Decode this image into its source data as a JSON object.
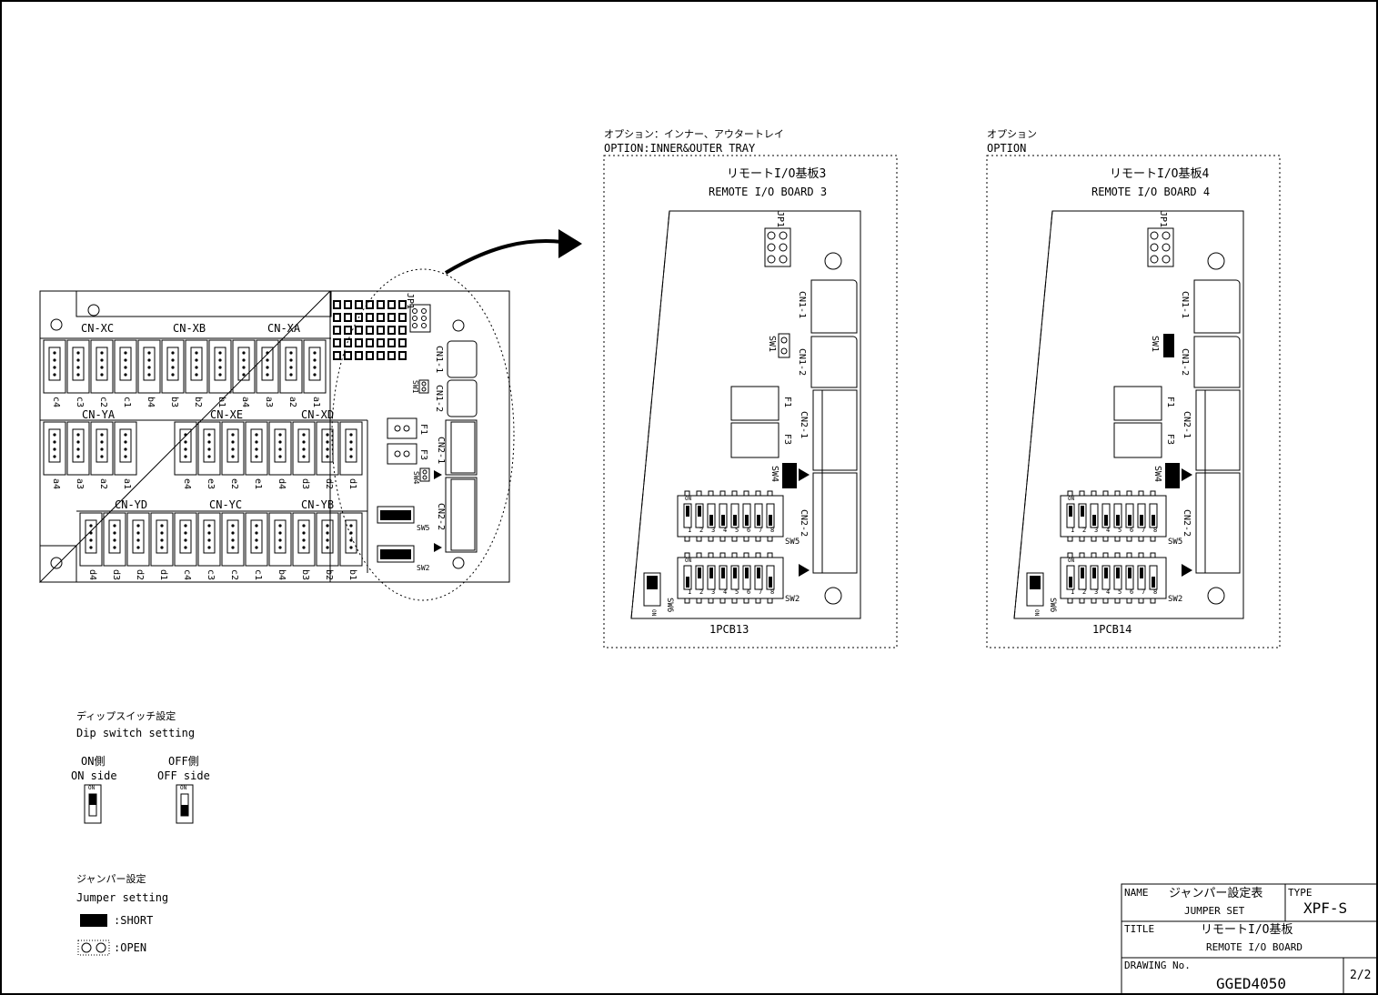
{
  "main_board": {
    "connector_groups_top": [
      "CN-XC",
      "CN-XB",
      "CN-XA"
    ],
    "connector_groups_mid": [
      "CN-YA",
      "CN-XE",
      "CN-XD"
    ],
    "connector_groups_bottom": [
      "CN-YD",
      "CN-YC",
      "CN-YB"
    ],
    "pins_row1": [
      "c4",
      "c3",
      "c2",
      "c1",
      "b4",
      "b3",
      "b2",
      "b1",
      "a4",
      "a3",
      "a2",
      "a1"
    ],
    "pins_row2a": [
      "a4",
      "a3",
      "a2",
      "a1"
    ],
    "pins_row2b": [
      "e4",
      "e3",
      "e2",
      "e1",
      "d4",
      "d3",
      "d2",
      "d1"
    ],
    "pins_row3": [
      "d4",
      "d3",
      "d2",
      "d1",
      "c4",
      "c3",
      "c2",
      "c1",
      "b4",
      "b3",
      "b2",
      "b1"
    ],
    "jp_label": "JP1",
    "cn_labels": [
      "CN1-1",
      "CN1-2",
      "CN2-1",
      "CN2-2"
    ],
    "fuse_labels": [
      "F1",
      "F3"
    ],
    "switch_labels": [
      "SW1",
      "SW4",
      "SW5",
      "SW2"
    ]
  },
  "board3": {
    "option_jp": "オプション：インナー、アウタートレイ",
    "option_en": "OPTION:INNER&OUTER TRAY",
    "title_jp": "リモートI/O基板3",
    "title_en": "REMOTE I/O BOARD 3",
    "pcb": "1PCB13",
    "jp_label": "JP1",
    "cn_labels": [
      "CN1-1",
      "CN1-2",
      "CN2-1",
      "CN2-2"
    ],
    "fuse_labels": [
      "F1",
      "F3"
    ],
    "sw1": "SW1",
    "sw4": "SW4",
    "sw5": "SW5",
    "sw2": "SW2",
    "sw6": "SW6",
    "on_label": "ON",
    "dip_numbers": [
      "1",
      "2",
      "3",
      "4",
      "5",
      "6",
      "7",
      "8"
    ]
  },
  "board4": {
    "option_jp": "オプション",
    "option_en": "OPTION",
    "title_jp": "リモートI/O基板4",
    "title_en": "REMOTE I/O BOARD 4",
    "pcb": "1PCB14",
    "jp_label": "JP1",
    "cn_labels": [
      "CN1-1",
      "CN1-2",
      "CN2-1",
      "CN2-2"
    ],
    "fuse_labels": [
      "F1",
      "F3"
    ],
    "sw1": "SW1",
    "sw4": "SW4",
    "sw5": "SW5",
    "sw2": "SW2",
    "sw6": "SW6",
    "on_label": "ON",
    "dip_numbers": [
      "1",
      "2",
      "3",
      "4",
      "5",
      "6",
      "7",
      "8"
    ]
  },
  "legend": {
    "dip_title_jp": "ディップスイッチ設定",
    "dip_title_en": "Dip switch setting",
    "on_jp": "ON側",
    "on_en": "ON side",
    "off_jp": "OFF側",
    "off_en": "OFF side",
    "jumper_title_jp": "ジャンパー設定",
    "jumper_title_en": "Jumper setting",
    "short": ":SHORT",
    "open": ":OPEN",
    "on_mark": "ON"
  },
  "title_block": {
    "name_label": "NAME",
    "name_jp": "ジャンパー設定表",
    "name_en": "JUMPER SET",
    "type_label": "TYPE",
    "type_value": "XPF-S",
    "title_label": "TITLE",
    "title_jp": "リモートI/O基板",
    "title_en": "REMOTE I/O BOARD",
    "drawing_label": "DRAWING No.",
    "drawing_no": "GGED4050",
    "sheet": "2/2"
  },
  "colors": {
    "line": "#000000",
    "background": "#ffffff"
  }
}
